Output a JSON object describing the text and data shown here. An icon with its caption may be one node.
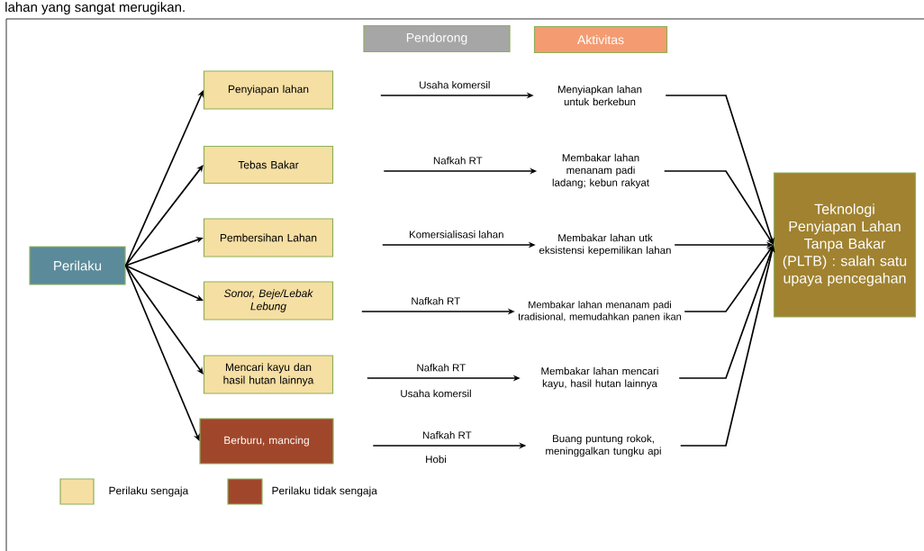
{
  "diagram": {
    "nodes": [
      {
        "text": [
          "Perilaku"
        ]
      },
      {
        "text": [
          "Pendorong"
        ]
      },
      {
        "text": [
          "Aktivitas"
        ]
      },
      {
        "text": [
          "Penyiapan lahan"
        ]
      },
      {
        "text": [
          "Tebas Bakar"
        ]
      },
      {
        "text": [
          "Pembersihan Lahan"
        ]
      },
      {
        "text": [
          "Sonor, Beje/Lebak Lebung"
        ]
      },
      {
        "text": [
          "Mencari kayu dan hasil hutan lainnya"
        ]
      },
      {
        "text": [
          "Berburu, mancing"
        ]
      },
      {
        "text": [
          "Menyiapkan lahan untuk berkebun"
        ]
      },
      {
        "text": [
          "Membakar lahan menanam padi ladang; kebun rakyat"
        ]
      },
      {
        "text": [
          "Membakar lahan utk eksistensi kepemilikan lahan"
        ]
      },
      {
        "text": [
          "Membakar lahan menanam padi tradisional, memudahkan panen ikan"
        ]
      },
      {
        "text": [
          "Membakar lahan mencari kayu, hasil hutan lainnya"
        ]
      },
      {
        "text": [
          "Buang puntung rokok, meninggalkan tungku api"
        ]
      },
      {
        "text": [
          "Teknologi Penyiapan Lahan Tanpa Bakar (PLTB) : salah satu upaya pencegahan"
        ]
      }
    ],
    "edges": [
      {
        "from": 0,
        "to": 3,
        "arrow": "to"
      },
      {
        "from": 0,
        "to": 4,
        "arrow": "to"
      },
      {
        "from": 0,
        "to": 5,
        "arrow": "to"
      },
      {
        "from": 0,
        "to": 6,
        "arrow": "to"
      },
      {
        "from": 0,
        "to": 7,
        "arrow": "to"
      },
      {
        "from": 0,
        "to": 8,
        "arrow": "to"
      },
      {
        "from": null,
        "to": 9,
        "arrow": "to",
        "label": "Usaha komersil"
      },
      {
        "from": null,
        "to": 10,
        "arrow": "to",
        "label": "Nafkah RT"
      },
      {
        "from": null,
        "to": 11,
        "arrow": "to",
        "label": "Komersialisasi lahan"
      },
      {
        "from": null,
        "to": 12,
        "arrow": "to",
        "label": "Nafkah RT"
      },
      {
        "from": null,
        "to": 13,
        "arrow": "to",
        "label": "Nafkah RT"
      },
      {
        "from": null,
        "to": 14,
        "arrow": "to",
        "label": "Nafkah RT"
      },
      {
        "from": 9,
        "to": 15,
        "arrow": "to"
      },
      {
        "from": 10,
        "to": 15,
        "arrow": "to"
      },
      {
        "from": 11,
        "to": 15,
        "arrow": "to"
      },
      {
        "from": 12,
        "to": 15,
        "arrow": "to"
      },
      {
        "from": 13,
        "to": 15,
        "arrow": "to"
      },
      {
        "from": 14,
        "to": 15,
        "arrow": "to"
      }
    ],
    "labels": [
      "lahan yang sangat merugikan.",
      "Usaha komersil",
      "Hobi"
    ],
    "legend": [
      {
        "text": "Perilaku sengaja",
        "color": "#f6dfa3"
      },
      {
        "text": "Perilaku tidak sengaja",
        "color": "#a0472b"
      }
    ]
  }
}
